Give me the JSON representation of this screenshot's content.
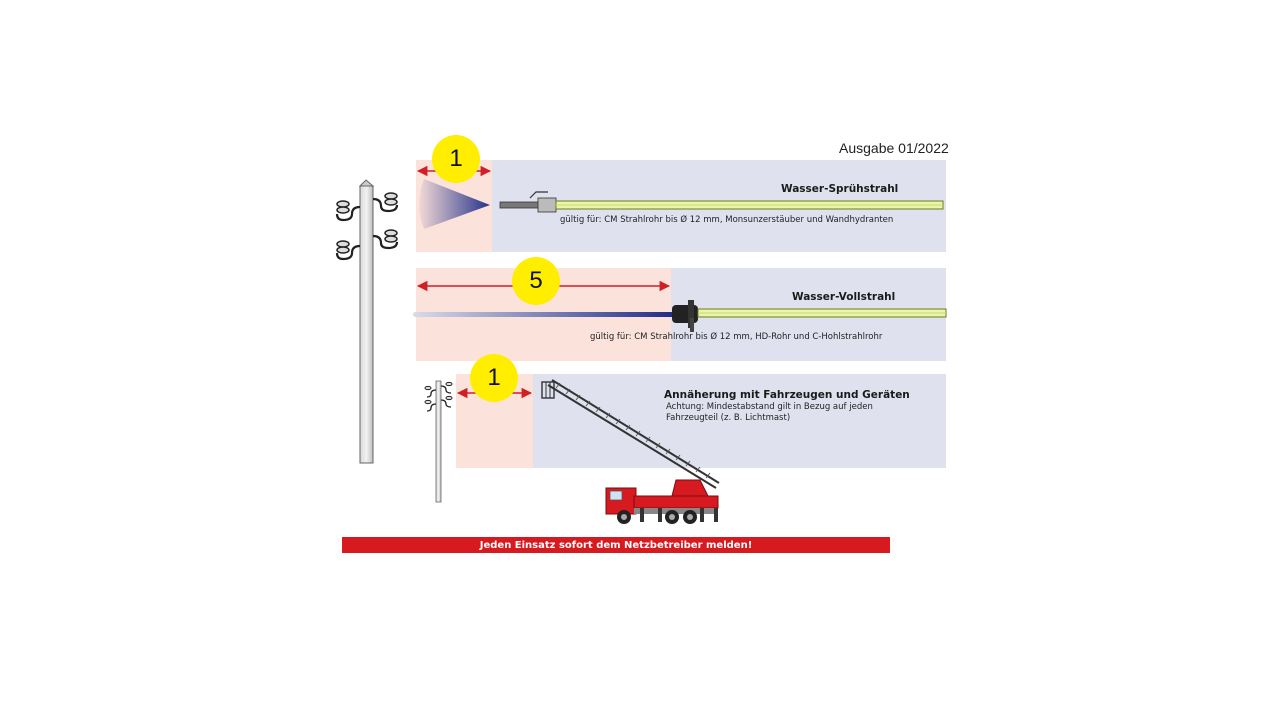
{
  "edition": "Ausgabe 01/2022",
  "panels": [
    {
      "distance": "1",
      "title": "Wasser-Sprühstrahl",
      "note": "gültig für: CM Strahlrohr bis Ø 12 mm, Monsunzerstäuber und Wandhydranten"
    },
    {
      "distance": "5",
      "title": "Wasser-Vollstrahl",
      "note": "gültig für: CM Strahlrohr bis Ø 12 mm, HD-Rohr und C-Hohlstrahlrohr"
    },
    {
      "distance": "1",
      "title": "Annäherung mit Fahrzeugen und Geräten",
      "note": "Achtung: Mindestabstand gilt in Bezug auf jeden Fahrzeugteil (z. B. Lichtmast)"
    }
  ],
  "banner": "Jeden Einsatz sofort dem Netzbetreiber melden!",
  "colors": {
    "panel_bg": "#dfe2ee",
    "danger_zone": "#fbe3dc",
    "arrow": "#d11f26",
    "badge": "#ffee00",
    "hose": "#e9f5a8",
    "water": "#2b3a8c",
    "banner": "#d71920"
  }
}
